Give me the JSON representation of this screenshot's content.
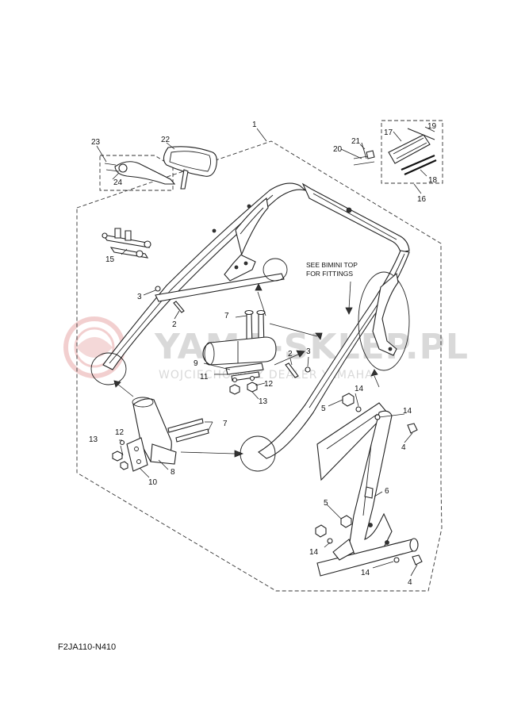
{
  "watermark": {
    "brand": "YAMA-SKLEP.PL",
    "subtitle": "WOJCIECHOWICZ DEALER YAMAHA"
  },
  "diagram_code": "F2JA110-N410",
  "note": {
    "line1": "SEE BIMINI TOP",
    "line2": "FOR FITTINGS"
  },
  "callouts": {
    "c1": "1",
    "c2a": "2",
    "c2b": "2",
    "c3a": "3",
    "c3b": "3",
    "c4a": "4",
    "c4b": "4",
    "c5a": "5",
    "c5b": "5",
    "c6": "6",
    "c7a": "7",
    "c7b": "7",
    "c8": "8",
    "c9": "9",
    "c10": "10",
    "c11": "11",
    "c12a": "12",
    "c12b": "12",
    "c13a": "13",
    "c13b": "13",
    "c14a": "14",
    "c14b": "14",
    "c14c": "14",
    "c14d": "14",
    "c15": "15",
    "c16": "16",
    "c17": "17",
    "c18": "18",
    "c19": "19",
    "c20": "20",
    "c21": "21",
    "c22": "22",
    "c23": "23",
    "c24": "24"
  },
  "colors": {
    "line": "#222222",
    "watermark": "#d9d9d9",
    "watermark_logo": "#e7a8a8"
  }
}
